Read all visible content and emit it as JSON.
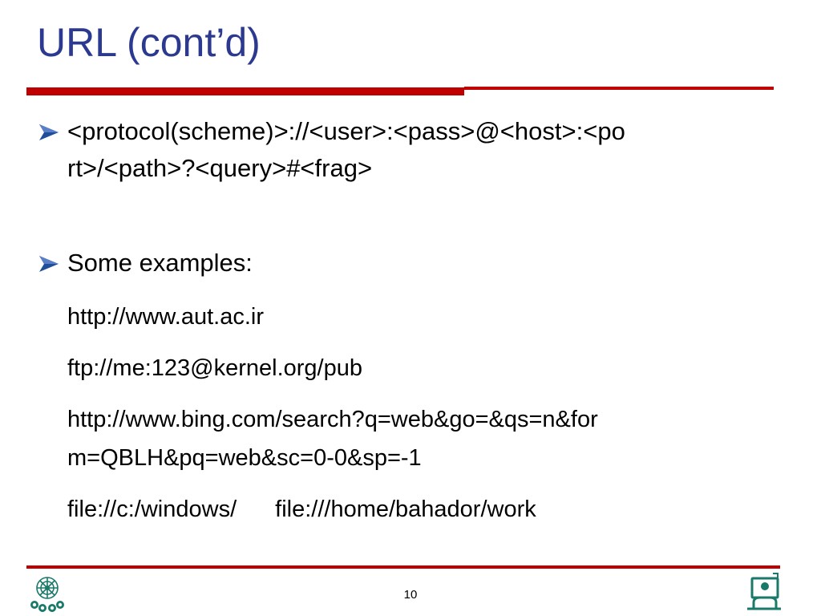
{
  "slide": {
    "title": "URL (cont’d)",
    "bullets": [
      {
        "lines": [
          "<protocol(scheme)>://<user>:<pass>@<host>:<po",
          "rt>/<path>?<query>#<frag>"
        ]
      },
      {
        "lines": [
          "Some examples:"
        ]
      }
    ],
    "examples": [
      "http://www.aut.ac.ir",
      "ftp://me:123@kernel.org/pub",
      "http://www.bing.com/search?q=web&go=&qs=n&for",
      "m=QBLH&pq=web&sc=0-0&sp=-1"
    ],
    "file_examples": [
      "file://c:/windows/",
      "file:///home/bahador/work"
    ]
  },
  "footer": {
    "page_number": "10"
  },
  "colors": {
    "title": "#2b3990",
    "accent_red": "#c00000",
    "bullet_arrow": "#1f4e9a",
    "logo_green": "#1a7a6a"
  },
  "icons": {
    "bullet": "arrowhead-bullet-icon",
    "left_logo": "university-emblem-icon",
    "right_logo": "computer-user-icon"
  }
}
